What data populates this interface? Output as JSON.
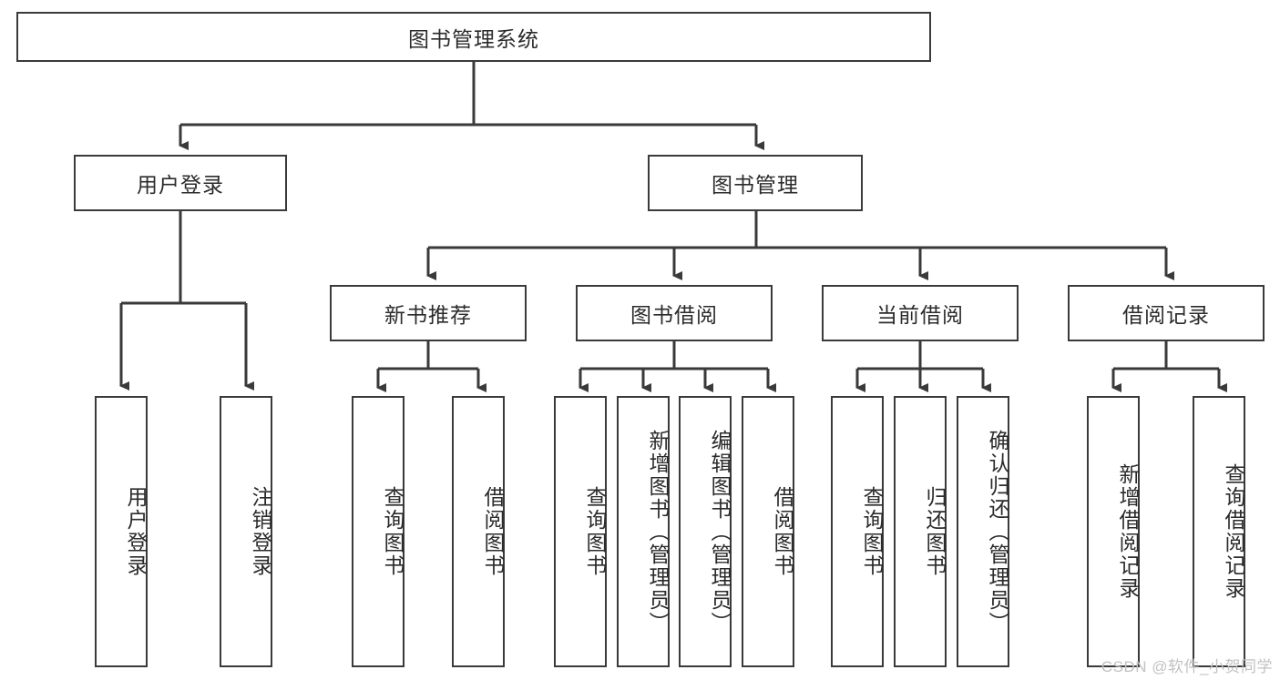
{
  "diagram": {
    "title": "图书管理系统",
    "type": "tree-hierarchy-diagram",
    "colors": {
      "box_border": "#3a3a3a",
      "box_fill": "#ffffff",
      "edge": "#3a3a3a",
      "text": "#2b2b2b",
      "watermark": "#c2c2c2"
    },
    "root": {
      "label": "图书管理系统"
    },
    "level2": [
      {
        "label": "用户登录"
      },
      {
        "label": "图书管理"
      }
    ],
    "level3": [
      {
        "label": "新书推荐"
      },
      {
        "label": "图书借阅"
      },
      {
        "label": "当前借阅"
      },
      {
        "label": "借阅记录"
      }
    ],
    "leaves": {
      "user_login": [
        {
          "label": "用户登录"
        },
        {
          "label": "注销登录"
        }
      ],
      "new_book_recommend": [
        {
          "label": "查询图书"
        },
        {
          "label": "借阅图书"
        }
      ],
      "book_borrow": [
        {
          "label": "查询图书"
        },
        {
          "label": "新增图书（管理员）"
        },
        {
          "label": "编辑图书（管理员）"
        },
        {
          "label": "借阅图书"
        }
      ],
      "current_borrow": [
        {
          "label": "查询图书"
        },
        {
          "label": "归还图书"
        },
        {
          "label": "确认归还（管理员）"
        }
      ],
      "borrow_record": [
        {
          "label": "新增借阅记录"
        },
        {
          "label": "查询借阅记录"
        }
      ]
    }
  },
  "watermark": {
    "text": "CSDN @软件_小贺同学"
  }
}
